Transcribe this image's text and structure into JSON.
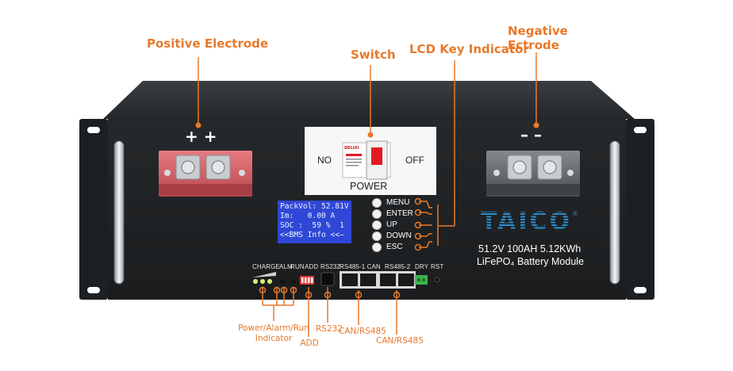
{
  "callouts": {
    "positive": "Positive Electrode",
    "switch": "Switch",
    "lcd_key": "LCD Key Indicator",
    "negative_line1": "Negative",
    "negative_line2": "Ectrode",
    "indicator_line1": "Power/Alarm/Run",
    "indicator_line2": "Indicator",
    "add": "ADD",
    "rs232": "RS232",
    "can1": "CAN/RS485",
    "can2": "CAN/RS485"
  },
  "terminals": {
    "positive_signs": "+ +",
    "negative_signs": "– –"
  },
  "switch": {
    "on_label": "NO",
    "off_label": "OFF",
    "power_label": "POWER",
    "breaker_brand": "DELIXI"
  },
  "lcd": {
    "line1": "PackVol: 52.81V",
    "line2": "Im:   0.00 A",
    "line3": "SOC :  59 %  1",
    "line4": "<<BMS Info <<—"
  },
  "keys": [
    "MENU",
    "ENTER",
    "UP",
    "DOWN",
    "ESC"
  ],
  "brand": {
    "name": "TAICO",
    "registered": "®",
    "spec_line1": "51.2V 100AH 5.12KWh",
    "spec_line2": "LiFePO₄ Battery Module"
  },
  "ports": {
    "charge": "CHARGE",
    "alm": "ALM",
    "run": "RUN",
    "add": "ADD",
    "rs232": "RS232",
    "rs485_1": "RS485-1 CAN",
    "rs485_2": "RS485-2",
    "dry": "DRY",
    "rst": "RST"
  },
  "colors": {
    "callout": "#e8792b",
    "chassis": "#1f2224",
    "positive_terminal": "#d9626a",
    "negative_terminal": "#6b6e70",
    "lcd": "#2f47d6",
    "brand": "#2a8fd0"
  }
}
